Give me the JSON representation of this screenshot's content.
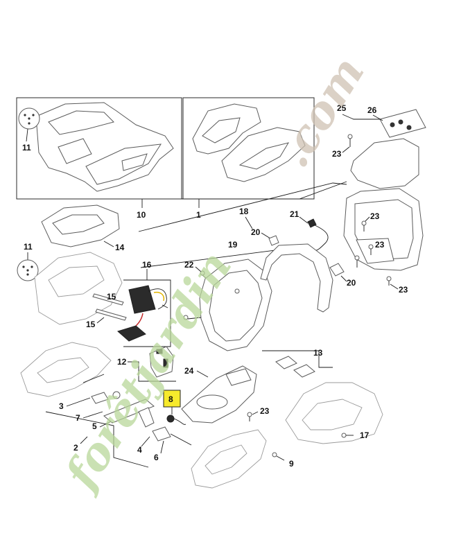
{
  "diagram": {
    "callouts": [
      "1",
      "2",
      "3",
      "4",
      "5",
      "6",
      "7",
      "8",
      "9",
      "10",
      "11",
      "11",
      "12",
      "13",
      "14",
      "15",
      "15",
      "16",
      "17",
      "18",
      "19",
      "20",
      "20",
      "21",
      "22",
      "23",
      "23",
      "23",
      "23",
      "23",
      "24",
      "25",
      "26"
    ],
    "highlighted_part": "8",
    "highlight_color": "#f7ea2c"
  },
  "watermark": {
    "green_text": "forêtjardin",
    "tan_text": ".com",
    "green_color": "#b9d89a",
    "tan_color": "#cfc2b3"
  }
}
